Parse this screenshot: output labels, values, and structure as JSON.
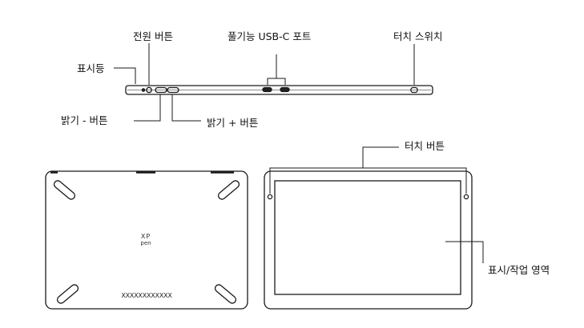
{
  "labels": {
    "power_button": "전원 버튼",
    "usb_c_port": "풀기능 USB-C 포트",
    "touch_switch": "터치 스위치",
    "indicator": "표시등",
    "brightness_minus": "밝기 - 버튼",
    "brightness_plus": "밝기 + 버튼",
    "touch_button": "터치 버튼",
    "display_area": "표시/작업 영역"
  },
  "logo": {
    "line1": "XP",
    "line2": "pen"
  },
  "vent_text": "XXXXXXXXXXXX",
  "colors": {
    "stroke": "#1a1a1a",
    "fill_dark": "#222222",
    "background": "#ffffff"
  }
}
